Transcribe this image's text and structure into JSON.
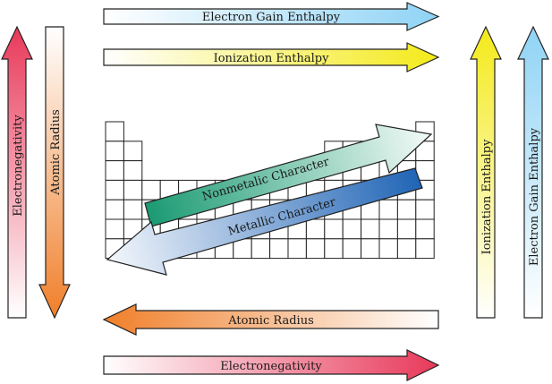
{
  "arrows": {
    "electron_gain_top": {
      "label": "Electron Gain Enthalpy",
      "color": "#8fd3f5",
      "direction": "right"
    },
    "ionization_top": {
      "label": "Ionization Enthalpy",
      "color": "#f4ea1a",
      "direction": "right"
    },
    "atomic_radius_bottom": {
      "label": "Atomic Radius",
      "color": "#f07f2a",
      "direction": "left"
    },
    "electronegativity_bottom": {
      "label": "Electronegativity",
      "color": "#e8395a",
      "direction": "right"
    },
    "electronegativity_left": {
      "label": "Electronegativity",
      "color": "#e8395a",
      "direction": "up"
    },
    "atomic_radius_left": {
      "label": "Atomic Radius",
      "color": "#f07f2a",
      "direction": "down"
    },
    "ionization_right": {
      "label": "Ionization Enthalpy",
      "color": "#f4ea1a",
      "direction": "up"
    },
    "electron_gain_right": {
      "label": "Electron Gain Enthalpy",
      "color": "#8fd3f5",
      "direction": "up"
    },
    "nonmetallic": {
      "label": "Nonmetalic Character",
      "color": "#1a9a72",
      "direction": "up-right"
    },
    "metallic": {
      "label": "Metallic Character",
      "color": "#1e63b5",
      "direction": "down-left"
    }
  }
}
